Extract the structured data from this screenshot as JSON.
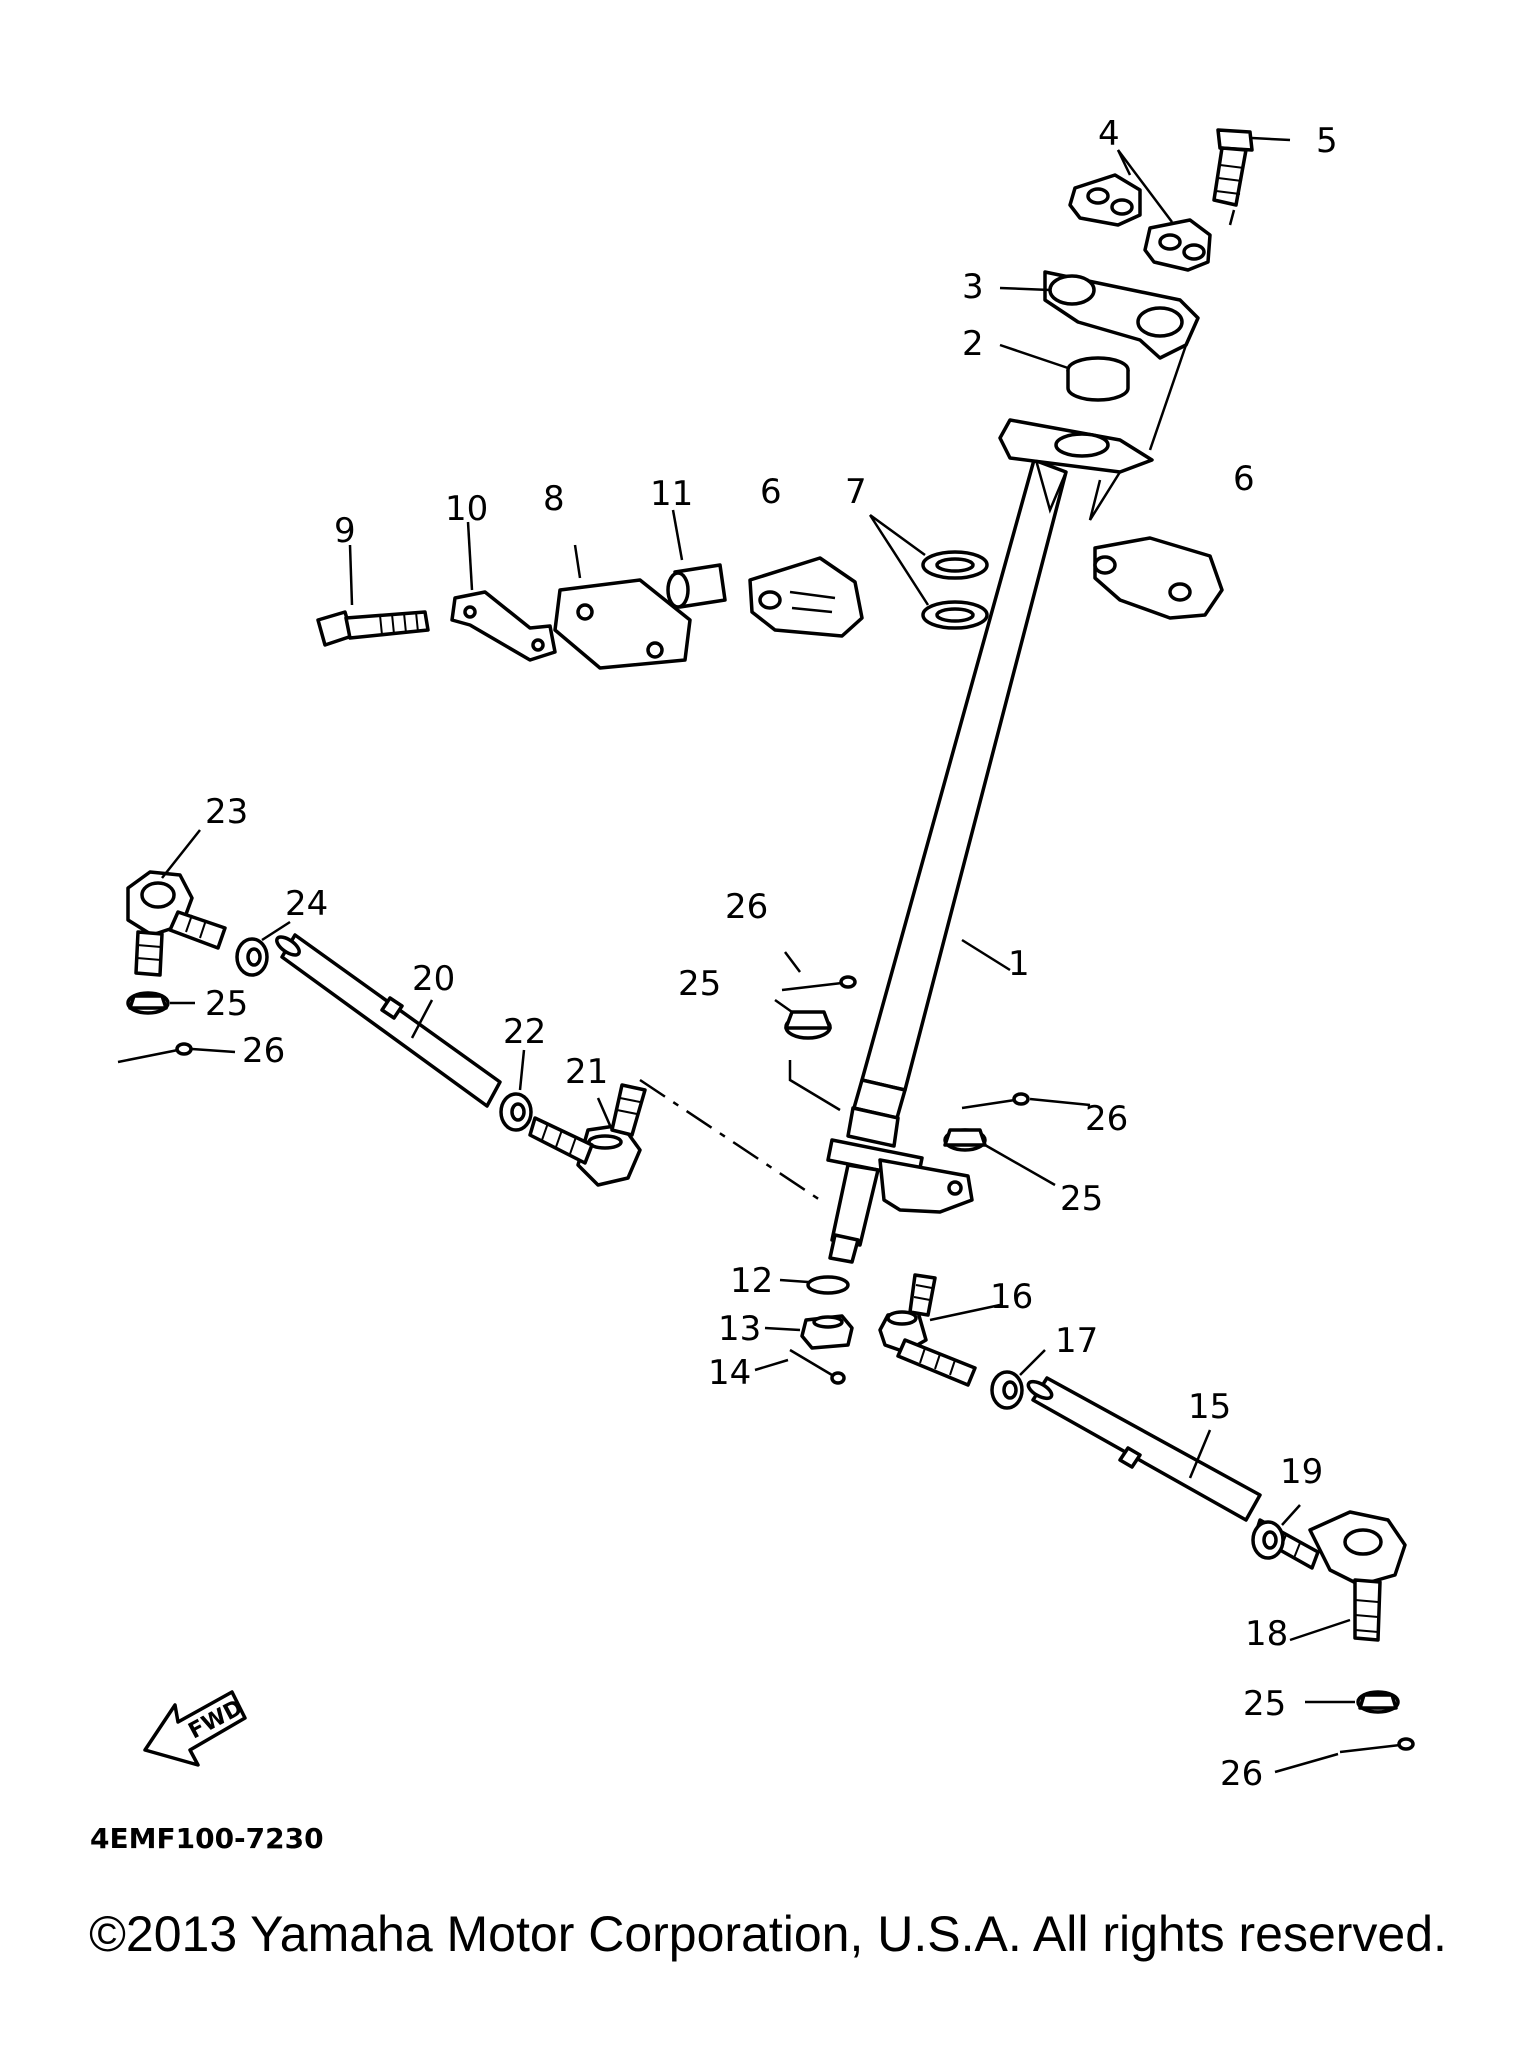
{
  "part_labels": [
    "1",
    "2",
    "3",
    "4",
    "5",
    "6",
    "6",
    "7",
    "8",
    "9",
    "10",
    "11",
    "12",
    "13",
    "14",
    "15",
    "16",
    "17",
    "18",
    "19",
    "20",
    "21",
    "22",
    "23",
    "24",
    "25",
    "25",
    "25",
    "25",
    "26",
    "26",
    "26",
    "26"
  ],
  "diagram_code": "4EMF100-7230",
  "fwd_label": "FWD",
  "copyright": "©2013 Yamaha Motor Corporation, U.S.A. All rights reserved."
}
